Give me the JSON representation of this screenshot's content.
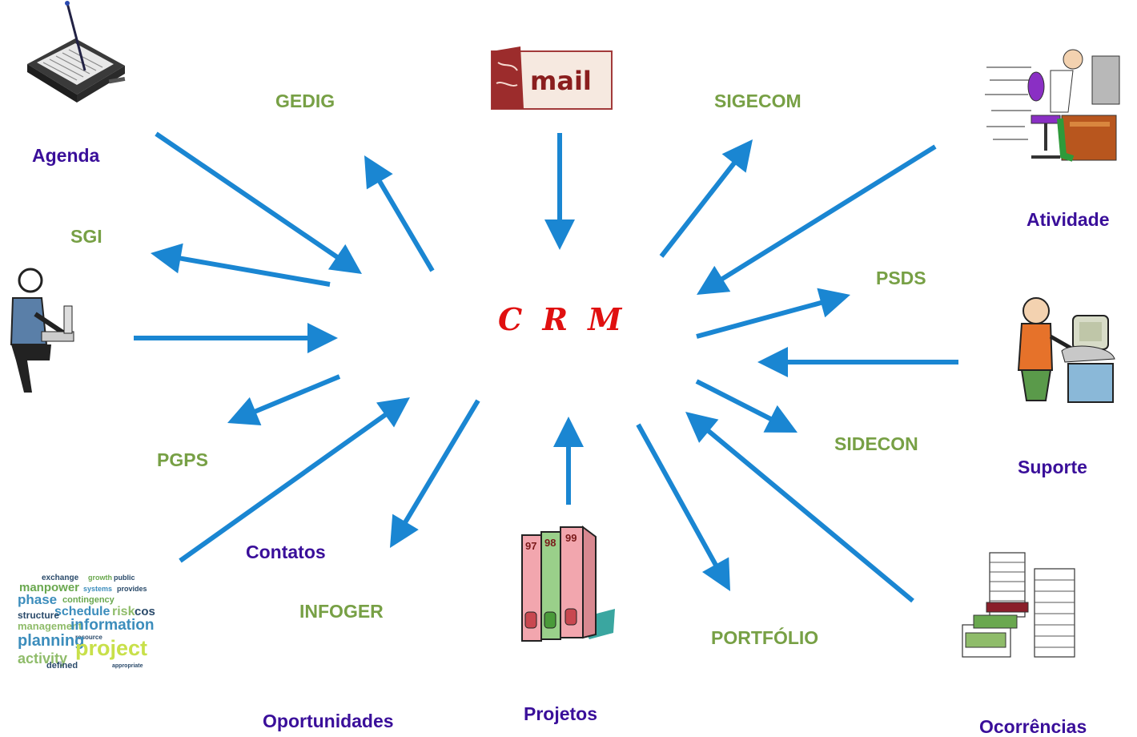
{
  "center": {
    "label": "C R M"
  },
  "modules": {
    "agenda": "Agenda",
    "atividade": "Atividade",
    "suporte": "Suporte",
    "contatos": "Contatos",
    "oportunidades": "Oportunidades",
    "projetos": "Projetos",
    "ocorrencias": "Ocorrências"
  },
  "systems": {
    "gedig": "GEDIG",
    "sigecom": "SIGECOM",
    "sgi": "SGI",
    "psds": "PSDS",
    "pgps": "PGPS",
    "sidecon": "SIDECON",
    "infoger": "INFOGER",
    "portfolio": "PORTFÓLIO"
  },
  "images": {
    "mail": "mail",
    "word_cloud": [
      "exchange",
      "growth",
      "public",
      "manpower",
      "systems",
      "provides",
      "phase",
      "contingency",
      "schedule",
      "risk",
      "cost",
      "structure",
      "management",
      "information",
      "resource",
      "planning",
      "project",
      "activity",
      "defined",
      "appropriate"
    ],
    "binders": [
      "97",
      "98",
      "99"
    ]
  },
  "colors": {
    "arrow": "#1a86d2",
    "system_label": "#77a045",
    "module_label": "#3a0f9a",
    "crm_label": "#e01010"
  }
}
